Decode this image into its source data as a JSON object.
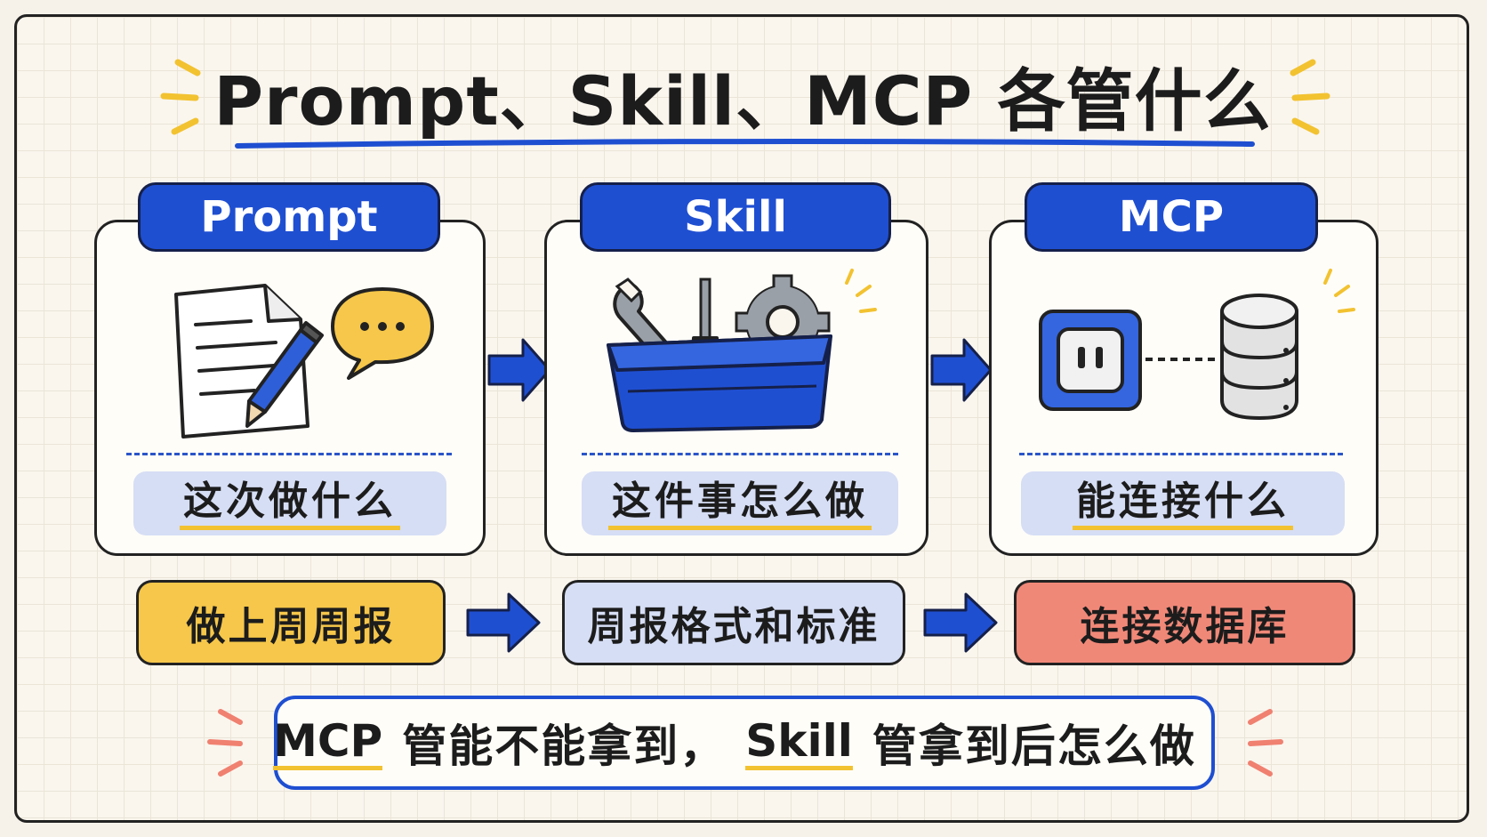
{
  "title": "Prompt、Skill、MCP 各管什么",
  "colors": {
    "primary_blue": "#1f4fd1",
    "light_blue": "#d6def5",
    "yellow": "#f6c74a",
    "coral": "#f08878",
    "accent_yellow": "#f2c230"
  },
  "cards": [
    {
      "tag": "Prompt",
      "purpose": "这次做什么",
      "icons": [
        "document-icon",
        "pencil-icon",
        "speech-bubble-icon"
      ]
    },
    {
      "tag": "Skill",
      "purpose": "这件事怎么做",
      "icons": [
        "wrench-icon",
        "screwdriver-icon",
        "gear-icon",
        "toolbox-icon"
      ]
    },
    {
      "tag": "MCP",
      "purpose": "能连接什么",
      "icons": [
        "plug-socket-icon",
        "database-icon"
      ]
    }
  ],
  "examples": [
    {
      "label": "做上周周报"
    },
    {
      "label": "周报格式和标准"
    },
    {
      "label": "连接数据库"
    }
  ],
  "summary": {
    "term1": "MCP",
    "text1": "管能不能拿到，",
    "term2": "Skill",
    "text2": "管拿到后怎么做"
  }
}
